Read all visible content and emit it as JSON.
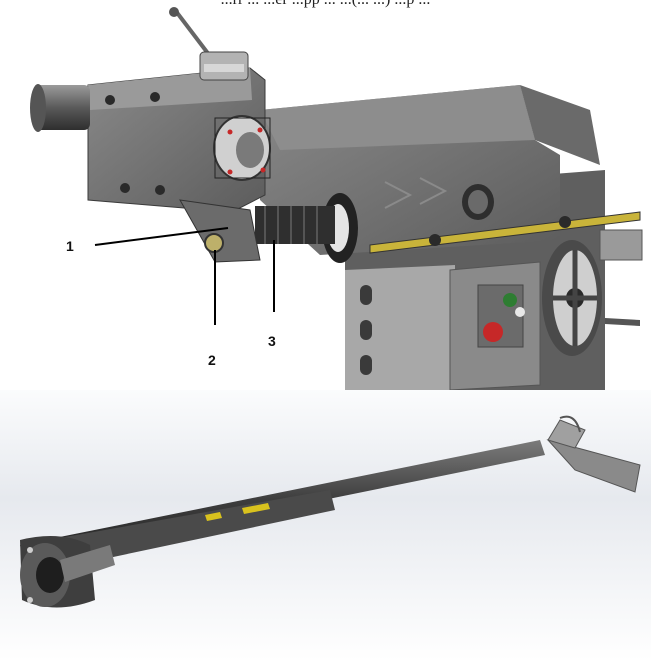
{
  "caption_fragment": "...rr ... ...er ...pp ... ...(... ...) ...p ...",
  "callouts": [
    {
      "id": "1",
      "label": "1"
    },
    {
      "id": "2",
      "label": "2"
    },
    {
      "id": "3",
      "label": "3"
    }
  ],
  "colors": {
    "machine_body": "#6f6f6f",
    "machine_dark": "#3a3a3a",
    "machine_light": "#a6a6a6",
    "yellow_strip": "#c9b43a",
    "green_button": "#2e7d32",
    "red_button": "#c62828",
    "bottom_bg": "#e9ecf0"
  }
}
